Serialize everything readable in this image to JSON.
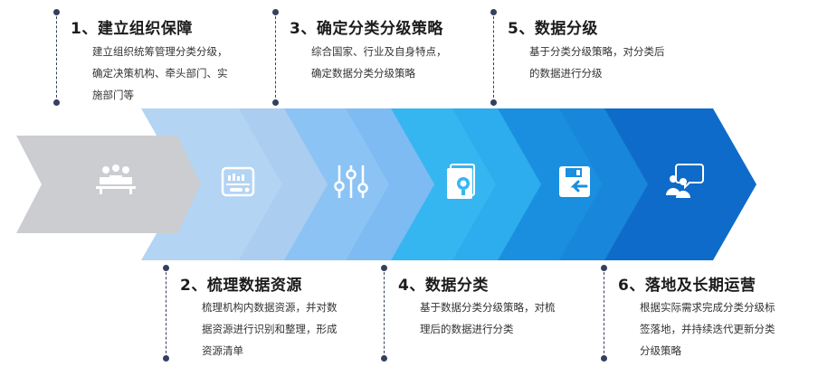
{
  "colors": {
    "arrow_gray": "#cbcdd0",
    "arrow_1": "#b3d4f3",
    "arrow_2": "#8cc3f5",
    "arrow_3": "#36b6f0",
    "arrow_4": "#1a8fe0",
    "arrow_5": "#0f6bc9",
    "text_dark": "#1c1c1c",
    "text_body": "#333333",
    "line": "#33415e"
  },
  "steps": [
    {
      "title": "1、建立组织保障",
      "desc": [
        "建立组织统筹管理分类分级，",
        "确定决策机构、牵头部门、实",
        "施部门等"
      ]
    },
    {
      "title": "2、梳理数据资源",
      "desc": [
        "梳理机构内数据资源，并对数",
        "据资源进行识别和整理，形成",
        "资源清单"
      ]
    },
    {
      "title": "3、确定分类分级策略",
      "desc": [
        "综合国家、行业及自身特点，",
        "确定数据分类分级策略"
      ]
    },
    {
      "title": "4、数据分类",
      "desc": [
        "基于数据分类分级策略，对梳",
        "理后的数据进行分类"
      ]
    },
    {
      "title": "5、数据分级",
      "desc": [
        "基于分类分级策略，对分类后",
        "的数据进行分级"
      ]
    },
    {
      "title": "6、落地及长期运营",
      "desc": [
        "根据实际需求完成分类分级标",
        "签落地，并持续迭代更新分类",
        "分级策略"
      ]
    }
  ],
  "icons": [
    "team-meeting-icon",
    "dashboard-panel-icon",
    "sliders-icon",
    "book-icon",
    "save-disk-icon",
    "chat-people-icon"
  ]
}
